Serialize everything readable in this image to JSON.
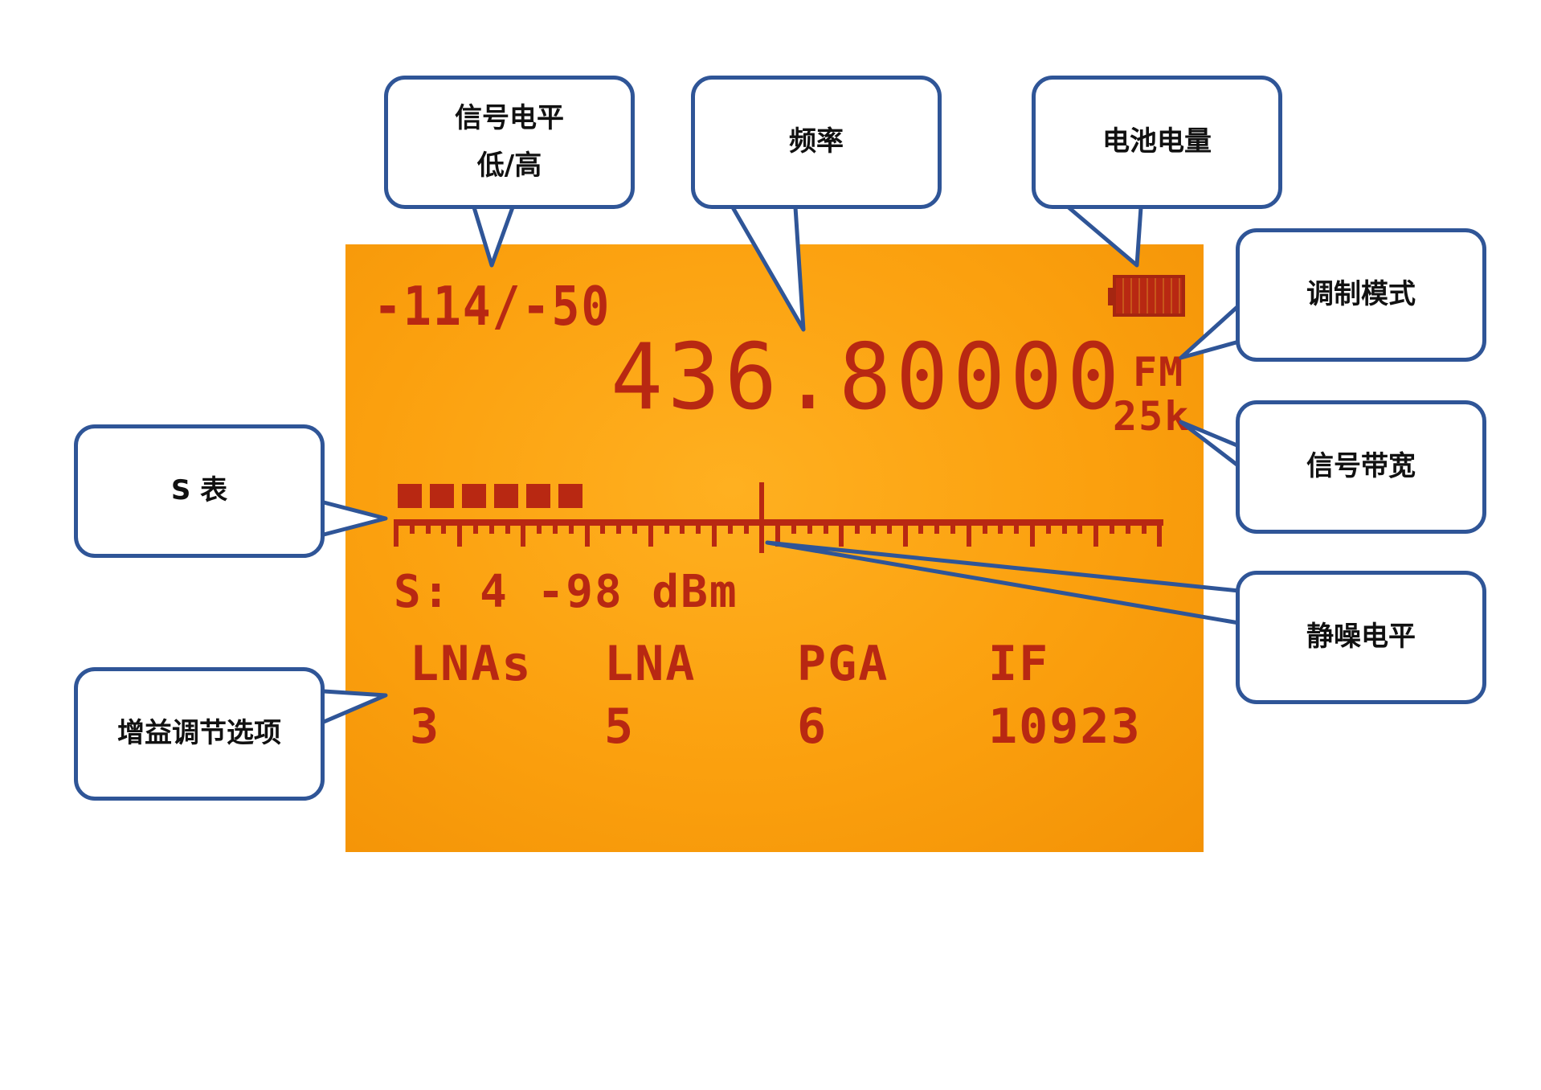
{
  "lcd": {
    "signal_level": "-114/-50",
    "frequency": "436.80000",
    "modulation": "FM",
    "bandwidth": "25k",
    "s_readout": "S: 4 -98 dBm",
    "s_meter_level_segments": 6,
    "gain": [
      {
        "name": "LNAs",
        "value": "3"
      },
      {
        "name": "LNA",
        "value": "5"
      },
      {
        "name": "PGA",
        "value": "6"
      },
      {
        "name": "IF",
        "value": "10923"
      }
    ]
  },
  "callouts": {
    "signal_level_line1": "信号电平",
    "signal_level_line2": "低/高",
    "frequency": "频率",
    "battery": "电池电量",
    "modulation": "调制模式",
    "bandwidth": "信号带宽",
    "s_meter": "S 表",
    "squelch": "静噪电平",
    "gain": "增益调节选项"
  },
  "colors": {
    "lcd_background": "#fba00e",
    "lcd_text": "#b82812",
    "callout_border": "#2f5597"
  }
}
